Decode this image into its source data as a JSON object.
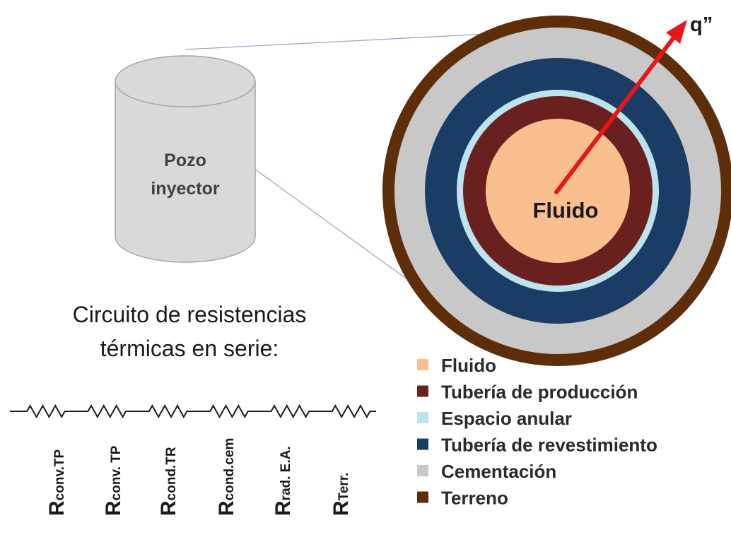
{
  "well": {
    "label_line1": "Pozo",
    "label_line2": "inyector"
  },
  "cross_section": {
    "center_label": "Fluido",
    "flux_label": "q”"
  },
  "circuit": {
    "title_line1": "Circuito de resistencias",
    "title_line2": "térmicas en serie:",
    "resistors": [
      {
        "main": "R",
        "sub": "conv.TP"
      },
      {
        "main": "R",
        "sub": "conv. TP"
      },
      {
        "main": "R",
        "sub": "cond.TR"
      },
      {
        "main": "R",
        "sub": "cond.cem"
      },
      {
        "main": "R",
        "sub": "rad. E.A."
      },
      {
        "main": "R",
        "sub": "Terr."
      }
    ]
  },
  "legend": [
    {
      "label": "Fluido",
      "color": "#F9BF8F"
    },
    {
      "label": "Tubería de producción",
      "color": "#6B2020"
    },
    {
      "label": "Espacio anular",
      "color": "#BDE3EF"
    },
    {
      "label": "Tubería de revestimiento",
      "color": "#1B3C64"
    },
    {
      "label": "Cementación",
      "color": "#C8C8C8"
    },
    {
      "label": "Terreno",
      "color": "#5E2E0A"
    }
  ],
  "colors": {
    "cylinder_fill": "#D9D9D9",
    "cylinder_stroke": "#A6A6A6",
    "arrow": "#E8161B",
    "connector": "#8EA4C8",
    "text": "#1a1a1a"
  }
}
